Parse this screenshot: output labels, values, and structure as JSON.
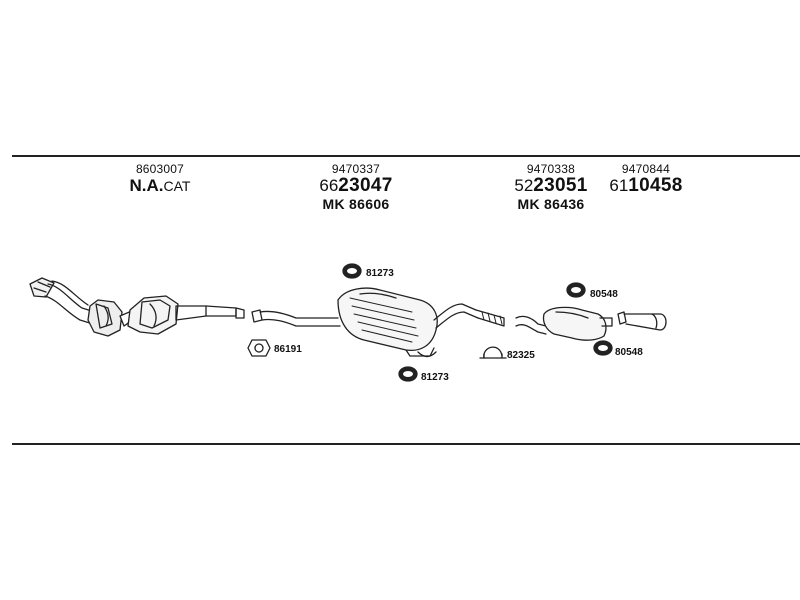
{
  "parts": {
    "cat": {
      "part_number": "8603007",
      "code_bold": "N.A.",
      "code_suffix": "CAT"
    },
    "front": {
      "part_number": "9470337",
      "code_prefix": "66",
      "code_bold": "23047",
      "mk": "MK 86606"
    },
    "middle": {
      "part_number": "9470338",
      "code_prefix": "52",
      "code_bold": "23051",
      "mk": "MK 86436"
    },
    "rear": {
      "part_number": "9470844",
      "code_prefix": "61",
      "code_bold": "10458"
    }
  },
  "hardware": {
    "front_gasket": "86191",
    "front_hanger_top": "81273",
    "front_hanger_bottom": "81273",
    "clamp": "82325",
    "rear_hanger_top": "80548",
    "rear_hanger_bottom": "80548"
  },
  "colors": {
    "line": "#222222",
    "ink": "#111111",
    "background": "#ffffff"
  }
}
